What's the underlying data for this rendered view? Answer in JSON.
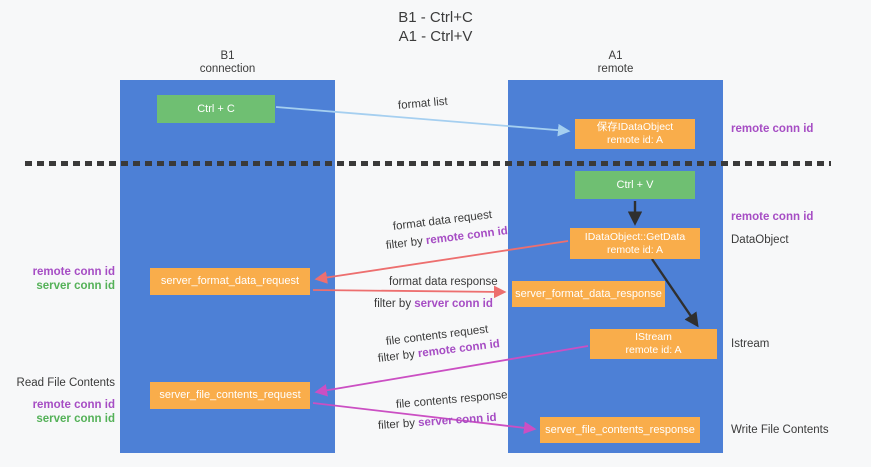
{
  "title": {
    "line1": "B1 - Ctrl+C",
    "line2": "A1 - Ctrl+V"
  },
  "columns": {
    "left": {
      "name": "B1",
      "role": "connection"
    },
    "right": {
      "name": "A1",
      "role": "remote"
    }
  },
  "boxes": {
    "ctrl_c": {
      "label": "Ctrl + C"
    },
    "ctrl_v": {
      "label": "Ctrl + V"
    },
    "save_dataobject": {
      "line1": "保存IDataObject",
      "line2": "remote id: A"
    },
    "getdata": {
      "line1": "IDataObject::GetData",
      "line2": "remote id: A"
    },
    "format_request": {
      "label": "server_format_data_request"
    },
    "format_response": {
      "label": "server_format_data_response"
    },
    "istream": {
      "line1": "IStream",
      "line2": "remote id: A"
    },
    "file_request": {
      "label": "server_file_contents_request"
    },
    "file_response": {
      "label": "server_file_contents_response"
    }
  },
  "flow_labels": {
    "format_list": "format list",
    "format_request": {
      "text": "format data request",
      "filter_prefix": "filter by ",
      "filter_key": "remote conn id"
    },
    "format_response": {
      "text": "format data response",
      "filter_prefix": "filter by ",
      "filter_key": "server conn id"
    },
    "file_request": {
      "text": "file contents request",
      "filter_prefix": "filter by ",
      "filter_key": "remote conn id"
    },
    "file_response": {
      "text": "file contents response",
      "filter_prefix": "filter by ",
      "filter_key": "server conn id"
    }
  },
  "left_margin": {
    "remote_conn_1": "remote conn id",
    "server_conn_1": "server conn id",
    "read_file": "Read File Contents",
    "remote_conn_2": "remote conn id",
    "server_conn_2": "server conn id"
  },
  "right_margin": {
    "remote_conn_1": "remote conn id",
    "remote_conn_2": "remote conn id",
    "dataobject": "DataObject",
    "istream": "Istream",
    "write_file": "Write File Contents"
  },
  "colors": {
    "lane_blue": "#4d80d6",
    "box_green": "#6fbf72",
    "box_orange": "#f9ad4b",
    "purple_text": "#a64dc4",
    "green_text": "#54b158",
    "arrow_lightblue": "#a5cff0",
    "arrow_red": "#ed6f6f",
    "arrow_magenta": "#cb4fc3",
    "arrow_black": "#2f2f2f",
    "dashed_line": "#3a3a3a",
    "background": "#f7f8f9"
  }
}
